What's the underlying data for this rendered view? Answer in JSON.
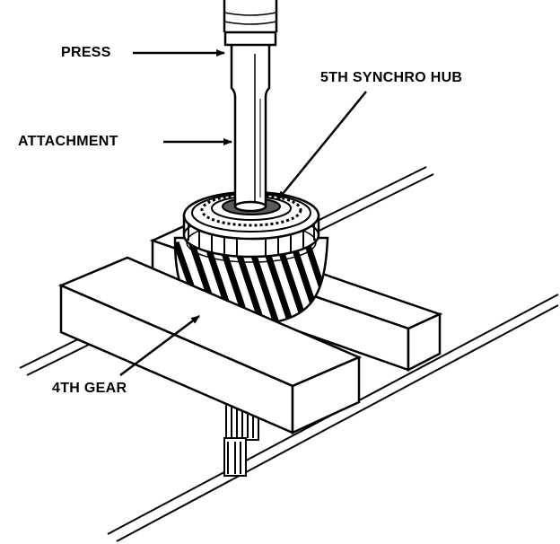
{
  "labels": {
    "press": "PRESS",
    "attachment": "ATTACHMENT",
    "synchro_hub": "5TH SYNCHRO HUB",
    "fourth_gear": "4TH GEAR"
  },
  "colors": {
    "ink": "#000000",
    "paper": "#ffffff",
    "shade": "#5a5a5a"
  }
}
